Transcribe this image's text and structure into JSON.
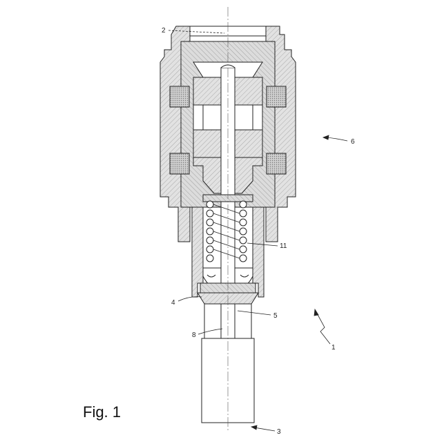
{
  "figure": {
    "caption": "Fig. 1",
    "references": {
      "r1": "1",
      "r2": "2",
      "r3": "3",
      "r4": "4",
      "r5": "5",
      "r6": "6",
      "r8": "8",
      "r11": "11"
    }
  },
  "colors": {
    "line": "#222222",
    "hatch_fill": "#d9d9d9",
    "background": "#ffffff"
  }
}
